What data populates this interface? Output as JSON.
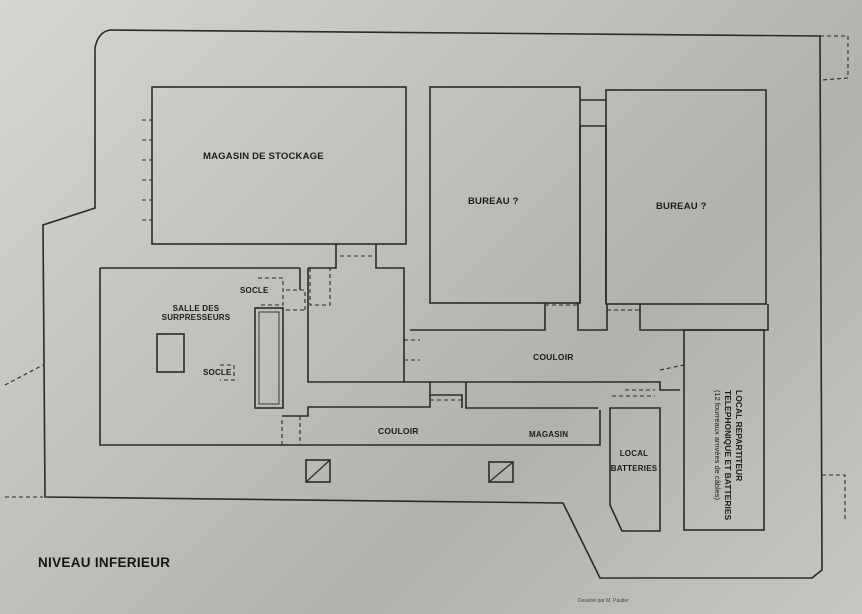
{
  "title": "NIVEAU INFERIEUR",
  "credit": "Dessiné par M. Pautier",
  "rooms": {
    "magasin_stockage": "MAGASIN DE STOCKAGE",
    "bureau_1": "BUREAU ?",
    "bureau_2": "BUREAU ?",
    "salle_surpresseurs_line1": "SALLE DES",
    "salle_surpresseurs_line2": "SURPRESSEURS",
    "socle_1": "SOCLE",
    "socle_2": "SOCLE",
    "couloir_1": "COULOIR",
    "couloir_2": "COULOIR",
    "magasin": "MAGASIN",
    "local_batteries_line1": "LOCAL",
    "local_batteries_line2": "BATTERIES",
    "local_repartiteur_line1": "LOCAL REPARTITEUR",
    "local_repartiteur_line2": "TELEPHONIQUE ET BATTERIES",
    "local_repartiteur_line3": "(12 fourreaux arrivées de câbles)"
  },
  "colors": {
    "line": "#2a2a2a",
    "paper": "#c8c7c1"
  }
}
